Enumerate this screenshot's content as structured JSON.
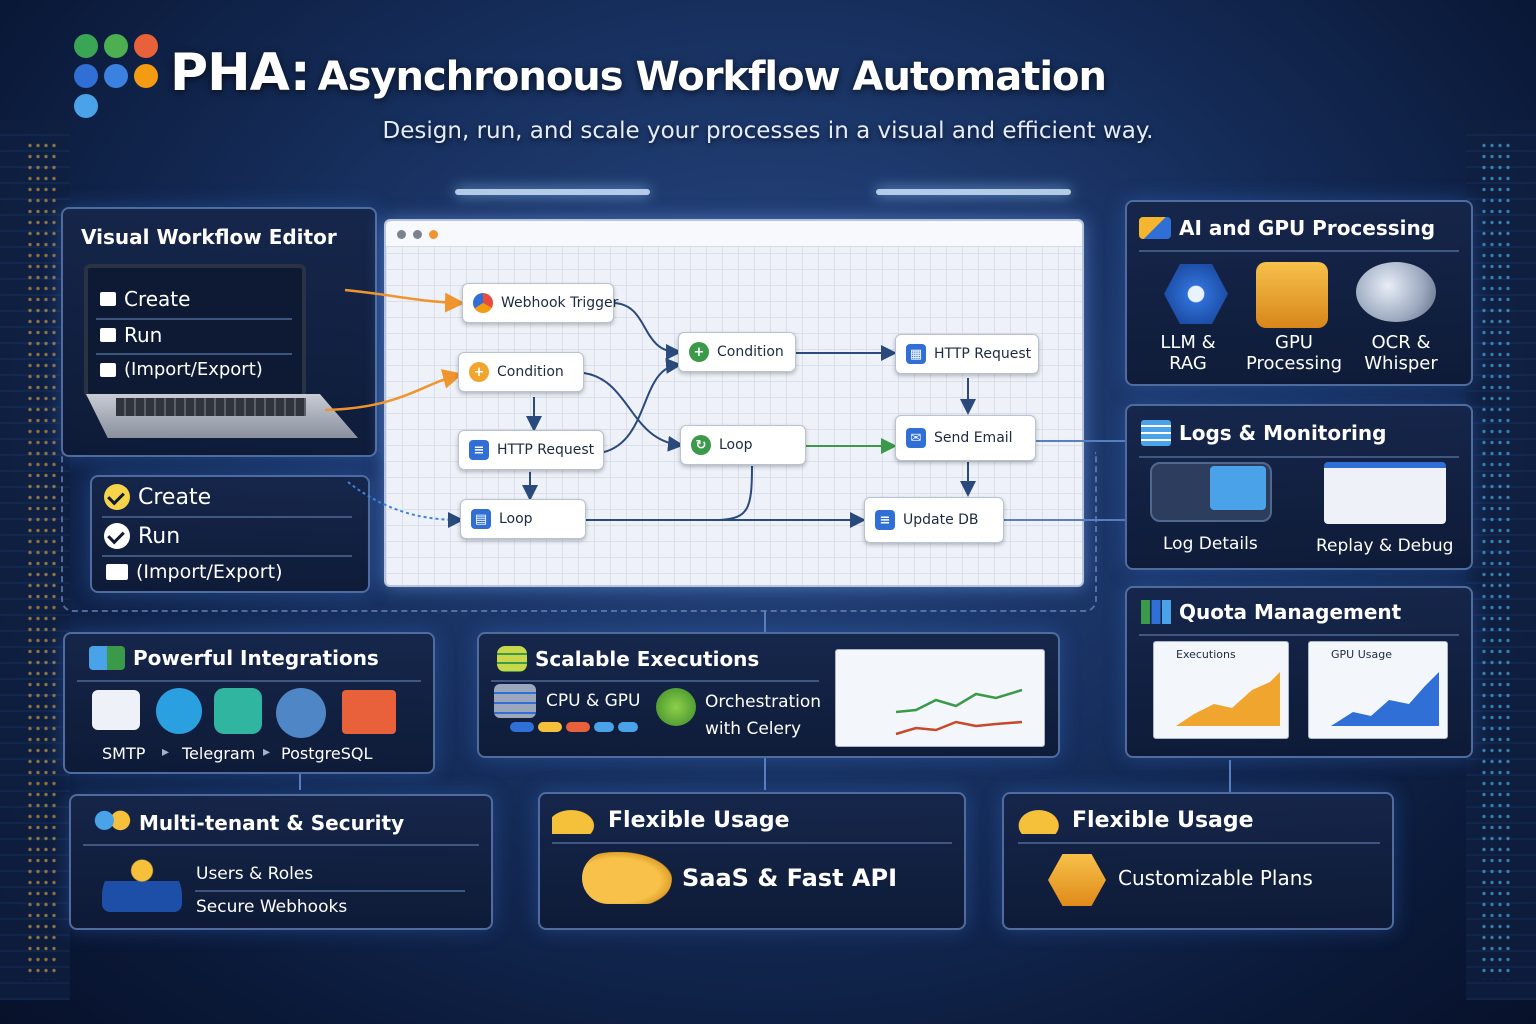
{
  "header": {
    "brand": "PHA:",
    "title": "Asynchronous Workflow Automation",
    "subtitle": "Design, run, and scale your processes in a visual and efficient way."
  },
  "editor": {
    "title": "Visual Workflow Editor",
    "laptop_menu": [
      "Create",
      "Run",
      "(Import/Export)"
    ],
    "list_menu": [
      "Create",
      "Run",
      "(Import/Export)"
    ]
  },
  "canvas": {
    "nodes": {
      "webhook": "Webhook Trigger",
      "condition_a": "Condition",
      "http_a": "HTTP Request",
      "loop_a": "Loop",
      "condition_b": "Condition",
      "loop_b": "Loop",
      "http_b": "HTTP Request",
      "email": "Send Email",
      "update_db": "Update DB"
    }
  },
  "ai": {
    "title": "AI and GPU Processing",
    "items": [
      {
        "label_1": "LLM &",
        "label_2": "RAG"
      },
      {
        "label_1": "GPU",
        "label_2": "Processing"
      },
      {
        "label_1": "OCR &",
        "label_2": "Whisper"
      }
    ]
  },
  "logs": {
    "title": "Logs & Monitoring",
    "items": [
      "Log Details",
      "Replay & Debug"
    ]
  },
  "quota": {
    "title": "Quota Management",
    "charts": [
      "Executions",
      "GPU Usage"
    ]
  },
  "integrations": {
    "title": "Powerful Integrations",
    "labels": [
      "SMTP",
      "Telegram",
      "PostgreSQL"
    ]
  },
  "scalable": {
    "title": "Scalable Executions",
    "cpu_gpu": "CPU & GPU",
    "orch_1": "Orchestration",
    "orch_2": "with Celery"
  },
  "multitenant": {
    "title": "Multi-tenant & Security",
    "items": [
      "Users & Roles",
      "Secure Webhooks"
    ]
  },
  "flex1": {
    "title": "Flexible Usage",
    "label": "SaaS & Fast API"
  },
  "flex2": {
    "title": "Flexible Usage",
    "label": "Customizable Plans"
  },
  "colors": {
    "accent_orange": "#f0952e",
    "accent_blue": "#2f6fd6",
    "accent_green": "#3a9a4a",
    "panel_border": "#4f6c9c"
  }
}
